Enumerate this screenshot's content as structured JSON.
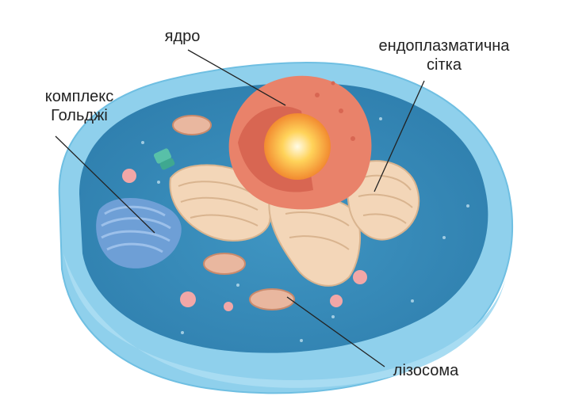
{
  "labels": {
    "nucleus": "ядро",
    "er_line1": "ендоплазматична",
    "er_line2": "сітка",
    "golgi_line1": "комплекс",
    "golgi_line2": "Гольджі",
    "lysosome": "лізосома"
  },
  "colors": {
    "cytoplasm": "#4aa3cc",
    "membrane": "#8fd0ec",
    "nucleus": "#e9826a",
    "nucleolus": "#ffd35a",
    "golgi": "#6e9fd6",
    "er": "#f3d6b8",
    "lysosome": "#f2a7a7",
    "mitochondria": "#e9b79f"
  }
}
